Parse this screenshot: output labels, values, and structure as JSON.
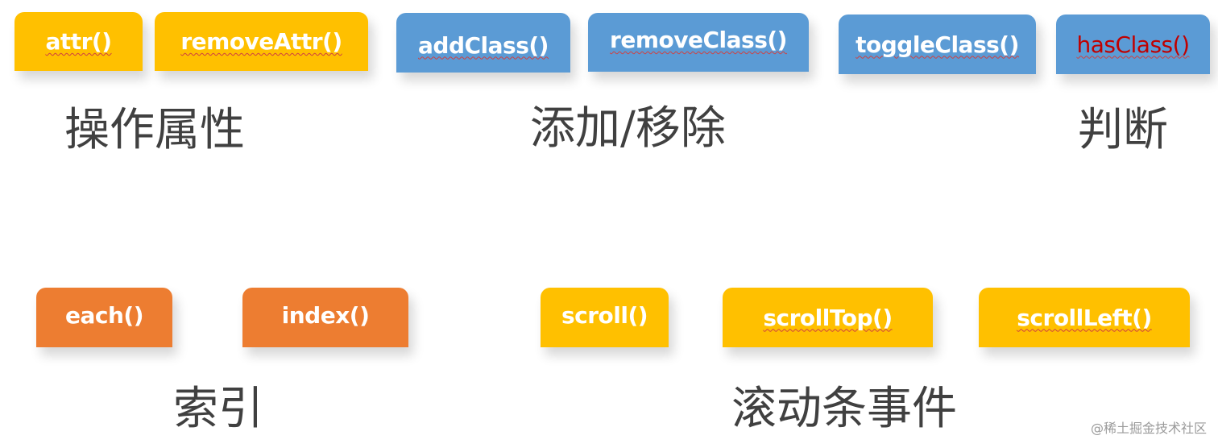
{
  "groups": [
    {
      "label": "操作属性",
      "color": "#ffc000",
      "methods": [
        "attr()",
        "removeAttr()"
      ]
    },
    {
      "label": "添加/移除",
      "color": "#5b9bd5",
      "methods": [
        "addClass()",
        "removeClass()",
        "toggleClass()"
      ]
    },
    {
      "label": "判断",
      "color": "#5b9bd5",
      "methods": [
        "hasClass()"
      ],
      "text_color": "#c00000"
    },
    {
      "label": "索引",
      "color": "#ed7d31",
      "methods": [
        "each()",
        "index()"
      ]
    },
    {
      "label": "滚动条事件",
      "color": "#ffc000",
      "methods": [
        "scroll()",
        "scrollTop()",
        "scrollLeft()"
      ]
    }
  ],
  "watermark": "@稀土掘金技术社区"
}
